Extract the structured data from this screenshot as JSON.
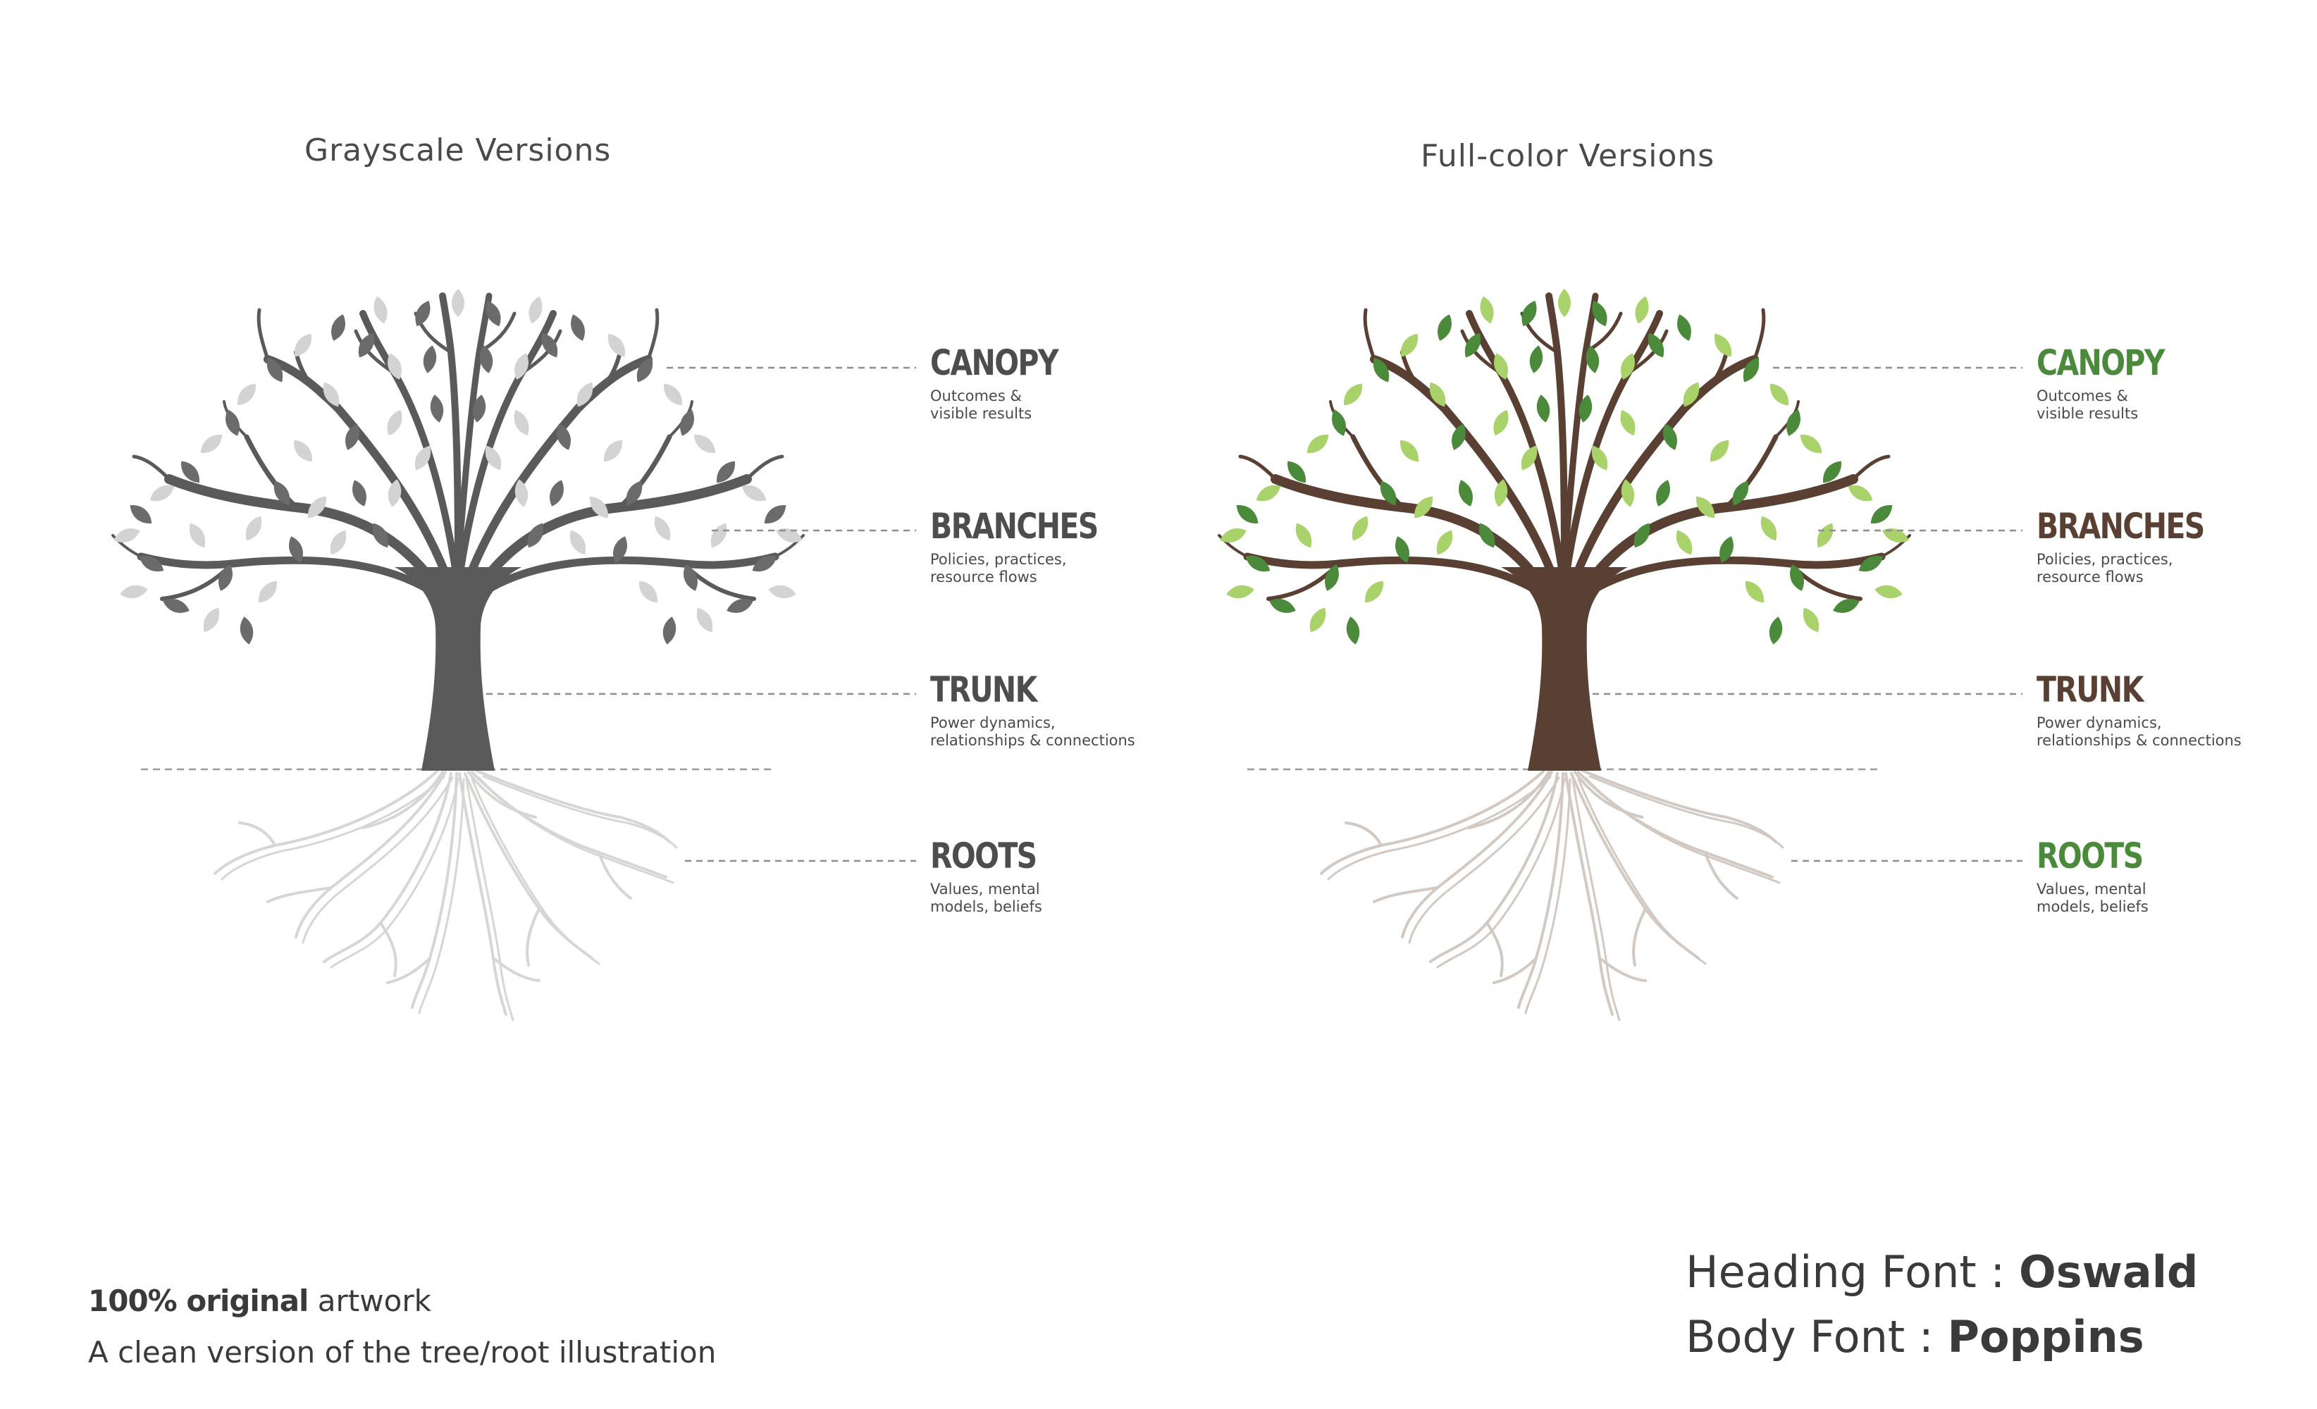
{
  "sections": {
    "grayscale_title": "Grayscale Versions",
    "fullcolor_title": "Full-color Versions"
  },
  "labels": [
    {
      "key": "canopy",
      "heading": "CANOPY",
      "description": "Outcomes &\nvisible results"
    },
    {
      "key": "branches",
      "heading": "BRANCHES",
      "description": "Policies, practices,\nresource flows"
    },
    {
      "key": "trunk",
      "heading": "TRUNK",
      "description": "Power dynamics,\nrelationships & connections"
    },
    {
      "key": "roots",
      "heading": "ROOTS",
      "description": "Values, mental\nmodels, beliefs"
    }
  ],
  "footer": {
    "artwork_bold": "100% original",
    "artwork_rest": " artwork",
    "caption": "A clean version of the tree/root illustration",
    "heading_font_label": "Heading Font : ",
    "heading_font_name": "Oswald",
    "body_font_label": "Body Font : ",
    "body_font_name": "Poppins"
  },
  "colors": {
    "gray": {
      "trunk": "#5a5a5b",
      "leaf_dark": "#6b6b6c",
      "leaf_light": "#d3d3d4",
      "roots": "#d8d6d4",
      "heading_canopy": "#4d4d4e",
      "heading_branches": "#4d4d4e",
      "heading_trunk": "#4d4d4e",
      "heading_roots": "#4d4d4e"
    },
    "color": {
      "trunk": "#5a4033",
      "leaf_dark": "#4a8a3a",
      "leaf_light": "#a9d26a",
      "roots": "#d2c9c2",
      "heading_canopy": "#4a8a3a",
      "heading_branches": "#5a4033",
      "heading_trunk": "#5a4033",
      "heading_roots": "#4a8a3a"
    }
  }
}
